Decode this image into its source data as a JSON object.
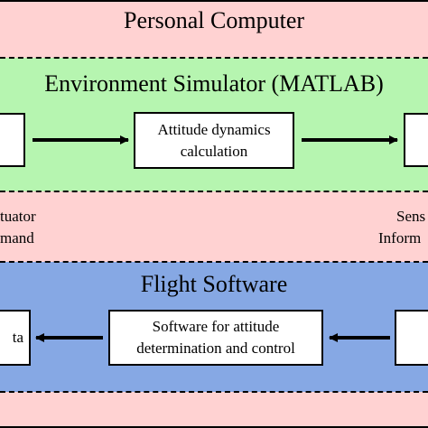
{
  "colors": {
    "outer_bg": "#ffd2d2",
    "simulator_bg": "#b6f5b0",
    "flight_bg": "#86a8e4",
    "border": "#000000"
  },
  "outer": {
    "title": "Personal Computer"
  },
  "simulator": {
    "title": "Environment Simulator (MATLAB)",
    "center_box": {
      "line1": "Attitude dynamics",
      "line2": "calculation"
    }
  },
  "middle": {
    "left_label": {
      "line1": "tuator",
      "line2": "mand"
    },
    "right_label": {
      "line1": "Sens",
      "line2": "Inform"
    }
  },
  "flight": {
    "title": "Flight Software",
    "left_box_text": "ta",
    "center_box": {
      "line1": "Software for attitude",
      "line2": "determination and control"
    }
  }
}
